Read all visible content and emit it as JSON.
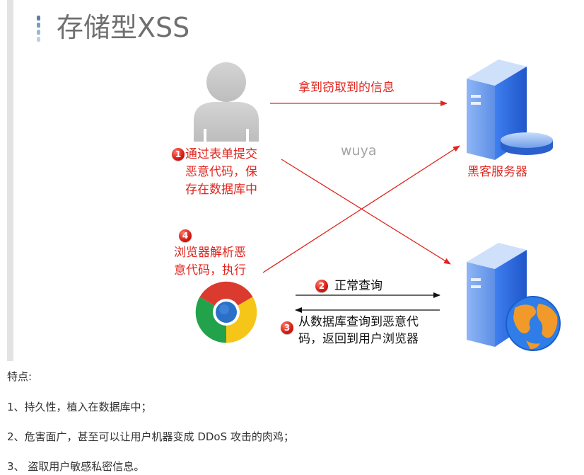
{
  "title": "存储型XSS",
  "watermark": "wuya",
  "labels": {
    "steal_info": "拿到窃取到的信息",
    "hacker_server": "黑客服务器",
    "step1_line1": "通过表单提交",
    "step1_line2": "恶意代码，保",
    "step1_line3": "存在数据库中",
    "step4_line1": "浏览器解析恶",
    "step4_line2": "意代码，执行",
    "step2": "正常查询",
    "step3_line1": "从数据库查询到恶意代",
    "step3_line2": "码，返回到用户浏览器"
  },
  "badges": {
    "b1": "1",
    "b2": "2",
    "b3": "3",
    "b4": "4"
  },
  "colors": {
    "arrow_red": "#e0261f",
    "label_red": "#e0261f",
    "server_blue": "#2f6fe6"
  },
  "text": {
    "heading": "特点:",
    "point1": "1、持久性，植入在数据库中；",
    "point2": "2、危害面广，甚至可以让用户机器变成 DDoS 攻击的肉鸡；",
    "point3": "3、 盗取用户敏感私密信息。"
  }
}
